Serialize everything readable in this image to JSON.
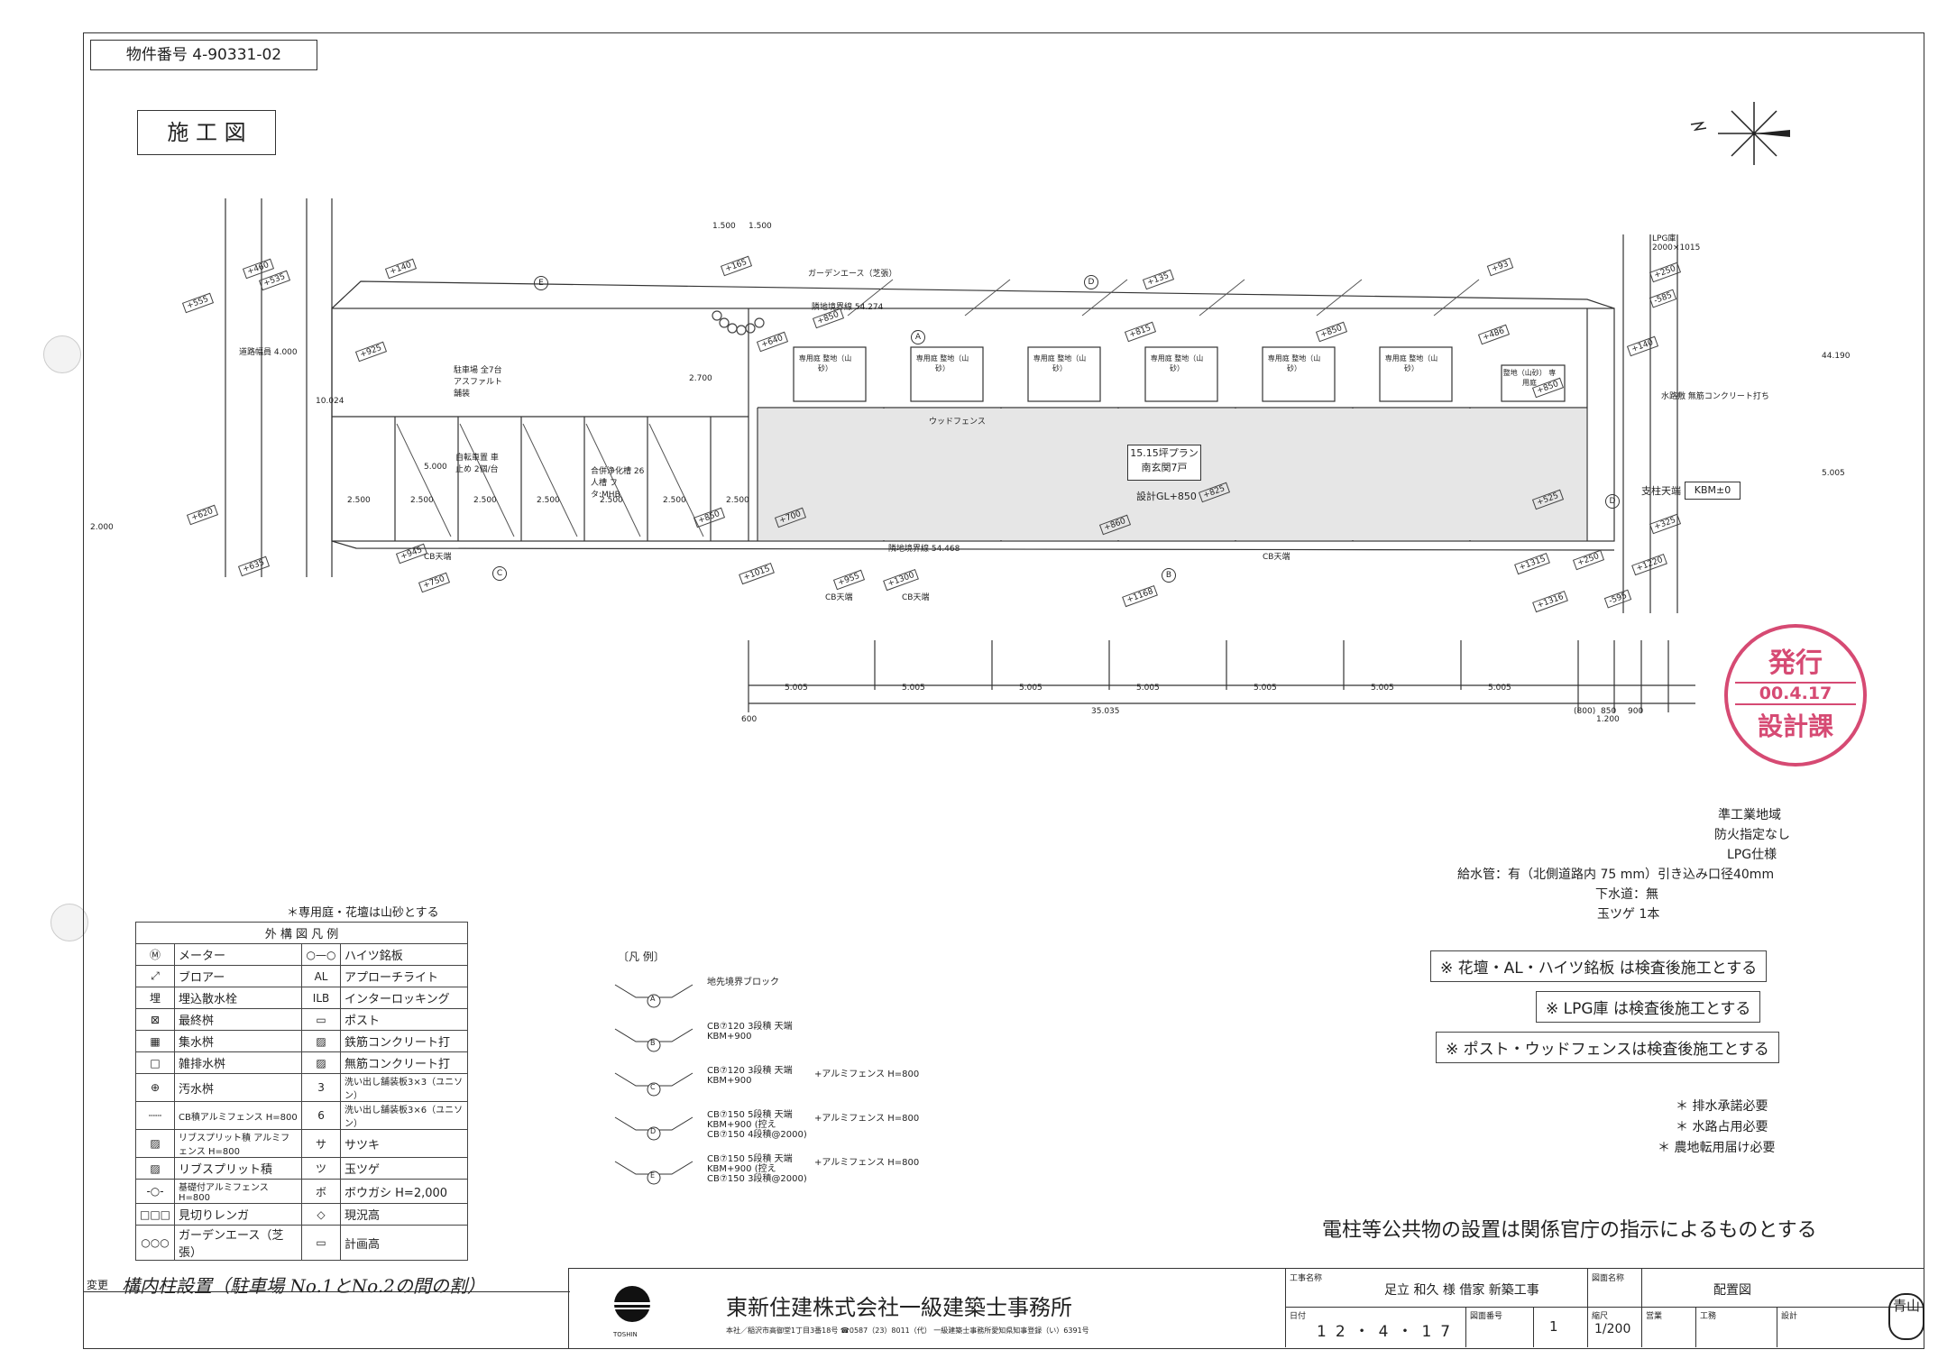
{
  "header": {
    "property_no": "物件番号 4-90331-02",
    "doc_type": "施 工 図"
  },
  "site_plan": {
    "parking_label": "駐車場 全7台 アスファルト舗装",
    "plan_label": "15.15坪プラン 南玄関7戸",
    "design_gl": "設計GL+850",
    "garden_label": "専用庭 整地（山砂）",
    "gardens": [
      "専用庭 整地（山砂）",
      "専用庭 整地（山砂）",
      "専用庭 整地（山砂）",
      "専用庭 整地（山砂）",
      "専用庭 整地（山砂）",
      "専用庭 整地（山砂）",
      "整地（山砂） 専用庭"
    ],
    "road_label": "道路幅員 4.000",
    "lpg_label": "LPG庫 2000×1015",
    "kbm_label": "KBM±0",
    "kbm_prefix": "支柱天端",
    "wood_fence": "ウッドフェンス",
    "garden_ace": "ガーデンエース（芝張）",
    "septic": "合併浄化槽 26人槽 フタ:MHB",
    "bike": "自転車置 車止め 2個/台",
    "waterway": "水路敷 無筋コンクリート打ち",
    "boundary_top": "隣地境界線 54.274",
    "boundary_bottom": "隣地境界線 54.468",
    "elev_marks": [
      "+460",
      "+535",
      "+555",
      "+140",
      "+165",
      "+135",
      "+93",
      "+250",
      "-585",
      "+140",
      "+850",
      "+640",
      "+925",
      "+815",
      "+850",
      "+486",
      "+850",
      "+620",
      "+635",
      "+945",
      "+750",
      "+700",
      "+825",
      "+860",
      "+1015",
      "+955",
      "+1300",
      "+1168",
      "+1316",
      "+1315",
      "+1220",
      "+325",
      "-595",
      "+250",
      "+525",
      "+850"
    ],
    "dims_bottom": [
      "5.005",
      "5.005",
      "5.005",
      "5.005",
      "5.005",
      "5.005",
      "5.005"
    ],
    "total_dim": "35.035",
    "dim_600": "600",
    "dim_1200": "1.200",
    "dim_right": [
      "(800)",
      "850",
      "900"
    ],
    "dims_top": [
      "1.500",
      "1.500"
    ],
    "dim_right_vertical": [
      "44.190",
      "5.005"
    ],
    "dims_parking": [
      "2.500",
      "2.500",
      "2.500",
      "2.500",
      "2.500",
      "2.500",
      "2.500"
    ],
    "dim_2000": "2.000",
    "dim_2700": "2.700",
    "dim_5000": "5.000",
    "dim_10024": "10.024",
    "cb_labels": [
      "CB天端",
      "CB天端",
      "CB天端",
      "CB天端"
    ],
    "section_letters": [
      "E",
      "D",
      "C",
      "B",
      "A",
      "D"
    ]
  },
  "notes_top_right": [
    "準工業地域",
    "防火指定なし",
    "LPG仕様",
    "給水管：有（北側道路内 75 mm）引き込み口径40mm",
    "下水道：無",
    "玉ツゲ 1本"
  ],
  "boxed_notes": [
    "※ 花壇・AL・ハイツ銘板 は検査後施工とする",
    "※ LPG庫 は検査後施工とする",
    "※ ポスト・ウッドフェンスは検査後施工とする"
  ],
  "small_notes": [
    "＊ 排水承諾必要",
    "＊ 水路占用必要",
    "＊ 農地転用届け必要"
  ],
  "utility_note": "電柱等公共物の設置は関係官庁の指示によるものとする",
  "legend": {
    "top_note": "＊専用庭・花壇は山砂とする",
    "title": "外 構 図 凡 例",
    "rows": [
      {
        "s1": "Ⓜ",
        "l1": "メーター",
        "s2": "○—○",
        "l2": "ハイツ銘板"
      },
      {
        "s1": "⤢",
        "l1": "ブロアー",
        "s2": "AL",
        "l2": "アプローチライト"
      },
      {
        "s1": "埋",
        "l1": "埋込散水栓",
        "s2": "ILB",
        "l2": "インターロッキング"
      },
      {
        "s1": "⊠",
        "l1": "最終桝",
        "s2": "▭",
        "l2": "ポスト"
      },
      {
        "s1": "▦",
        "l1": "集水桝",
        "s2": "▨",
        "l2": "鉄筋コンクリート打"
      },
      {
        "s1": "□",
        "l1": "雑排水桝",
        "s2": "▨",
        "l2": "無筋コンクリート打"
      },
      {
        "s1": "⊕",
        "l1": "汚水桝",
        "s2": "3",
        "l2": "洗い出し舗装板3×3（ユニソン）"
      },
      {
        "s1": "┄┄",
        "l1": "CB積アルミフェンス H=800",
        "s2": "6",
        "l2": "洗い出し舗装板3×6（ユニソン）"
      },
      {
        "s1": "▨",
        "l1": "リブスプリット積 アルミフェンス H=800",
        "s2": "サ",
        "l2": "サツキ"
      },
      {
        "s1": "▨",
        "l1": "リブスプリット積",
        "s2": "ツ",
        "l2": "玉ツゲ"
      },
      {
        "s1": "-○-",
        "l1": "基礎付アルミフェンス H=800",
        "s2": "ボ",
        "l2": "ボウガシ H=2,000"
      },
      {
        "s1": "□□□",
        "l1": "見切りレンガ",
        "s2": "◇",
        "l2": "現況高"
      },
      {
        "s1": "○○○",
        "l1": "ガーデンエース（芝張）",
        "s2": "▭",
        "l2": "計画高"
      }
    ]
  },
  "sections": {
    "title": "〔凡 例〕",
    "items": [
      {
        "id": "A",
        "text": "地先境界ブロック",
        "text2": ""
      },
      {
        "id": "B",
        "text": "CB⑦120 3段積 天端 KBM+900",
        "text2": ""
      },
      {
        "id": "C",
        "text": "CB⑦120 3段積 天端 KBM+900",
        "text2": "+アルミフェンス H=800"
      },
      {
        "id": "D",
        "text": "CB⑦150 5段積 天端 KBM+900 (控えCB⑦150 4段積@2000)",
        "text2": "+アルミフェンス H=800"
      },
      {
        "id": "E",
        "text": "CB⑦150 5段積 天端 KBM+900 (控えCB⑦150 3段積@2000)",
        "text2": "+アルミフェンス H=800"
      }
    ]
  },
  "stamp": {
    "line1": "発行",
    "line2": "00.4.17",
    "line3": "設計課"
  },
  "change_note": {
    "label": "変更",
    "text": "構内柱設置（駐車場 No.1とNo.2の間の割）"
  },
  "title_block": {
    "company": "東新住建株式会社一級建築士事務所",
    "logo_text": "TOSHIN",
    "address": "本社／稲沢市高御堂1丁目3番18号 ☎0587（23）8011（代） 一級建築士事務所愛知県知事登録（い）6391号",
    "project_label": "工事名称",
    "project": "足立 和久 様 借家 新築工事",
    "drawing_label": "図面名称",
    "drawing": "配置図",
    "date_label": "日付",
    "date": "12・4・17",
    "drawing_no_label": "図面番号",
    "drawing_no": "1",
    "scale_label": "縮尺",
    "scale": "1/200",
    "eigyo": "営業",
    "koumu": "工務",
    "sekkei": "設計",
    "seal": "青山"
  }
}
